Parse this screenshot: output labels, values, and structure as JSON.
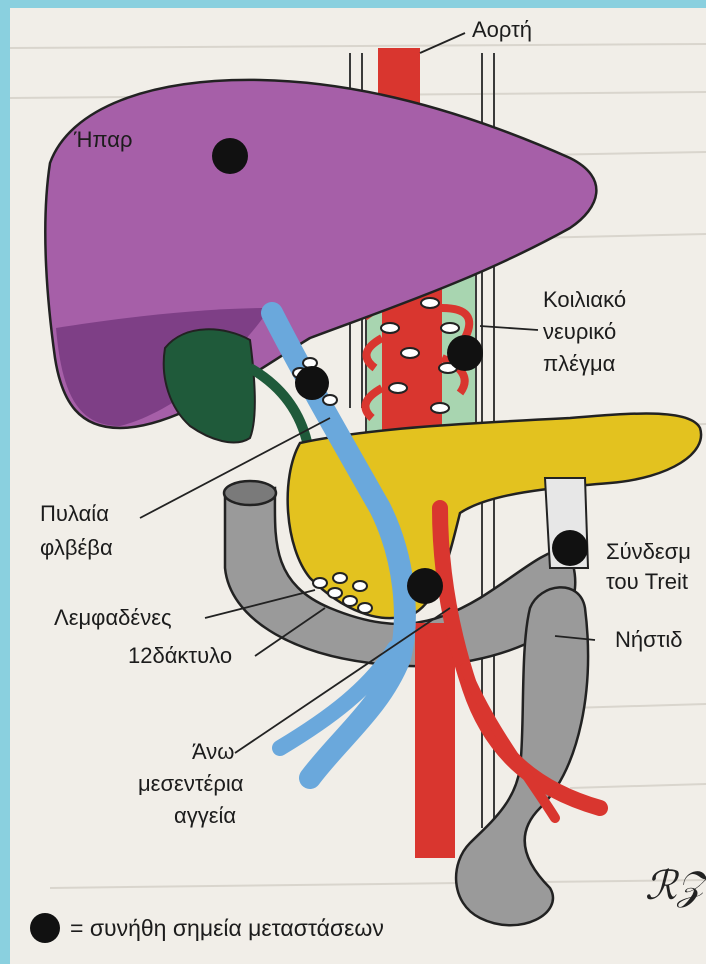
{
  "labels": {
    "aorta": "Αορτή",
    "liver": "Ήπαρ",
    "celiac_1": "Κοιλιακό",
    "celiac_2": "νευρικό",
    "celiac_3": "πλέγμα",
    "portal_1": "Πυλαία",
    "portal_2": "φλβέβα",
    "treitz_1": "Σύνδεσμ",
    "treitz_2": "του Treit",
    "lymph": "Λεμφαδένες",
    "duodenum": "12δάκτυλο",
    "jejunum": "Νήστιδ",
    "sma_1": "Άνω",
    "sma_2": "μεσεντέρια",
    "sma_3": "αγγεία"
  },
  "legend": {
    "text": "= συνήθη σημεία μεταστάσεων"
  },
  "colors": {
    "liver": "#a65fa8",
    "gallbladder": "#1f5a3a",
    "pancreas": "#e3c21f",
    "aorta": "#d9362f",
    "portal_vein": "#6aa8dc",
    "bowel": "#9a9a9a",
    "celiac_plexus": "#a8d5b0",
    "metastasis": "#111111"
  }
}
